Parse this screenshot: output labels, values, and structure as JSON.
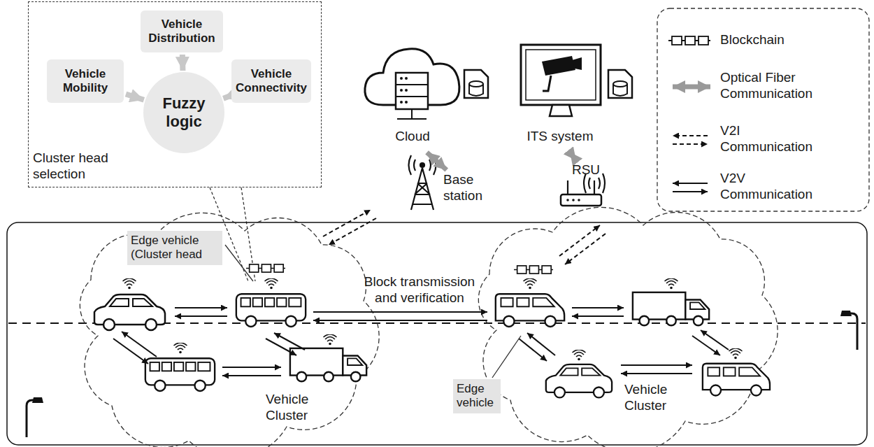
{
  "diagram": {
    "nodes": [
      {
        "text": [
          "Cluster head selection"
        ]
      },
      {
        "text": [
          "Vehicle Distribution"
        ],
        "in": 0
      },
      {
        "text": [
          "Vehicle Mobility"
        ],
        "in": 0
      },
      {
        "text": [
          "Vehicle Connectivity"
        ],
        "in": 0
      },
      {
        "text": [
          "Fuzzy logic"
        ],
        "in": 0
      },
      {
        "text": [
          "Cloud"
        ]
      },
      {
        "text": [
          "ITS system"
        ]
      },
      {
        "text": [
          "Base station"
        ]
      },
      {
        "text": [
          "RSU"
        ]
      },
      {
        "text": [
          "Edge vehicle (Cluster head"
        ]
      },
      {
        "text": [
          "Edge vehicle"
        ]
      }
    ],
    "edges": [
      {
        "from": 1,
        "to": 4,
        "arrow": "to"
      },
      {
        "from": 2,
        "to": 4,
        "arrow": "to"
      },
      {
        "from": 3,
        "to": 4,
        "arrow": "to"
      },
      {
        "from": 5,
        "to": 7,
        "arrow": "both"
      },
      {
        "from": 6,
        "to": 8,
        "arrow": "both"
      }
    ],
    "labels": [
      "Block transmission and verification",
      "Vehicle Cluster",
      "Vehicle Cluster"
    ],
    "legend": [
      {
        "text": "Blockchain"
      },
      {
        "text": "Optical Fiber Communication"
      },
      {
        "text": "V2I Communication"
      },
      {
        "text": "V2V Communication"
      }
    ]
  }
}
